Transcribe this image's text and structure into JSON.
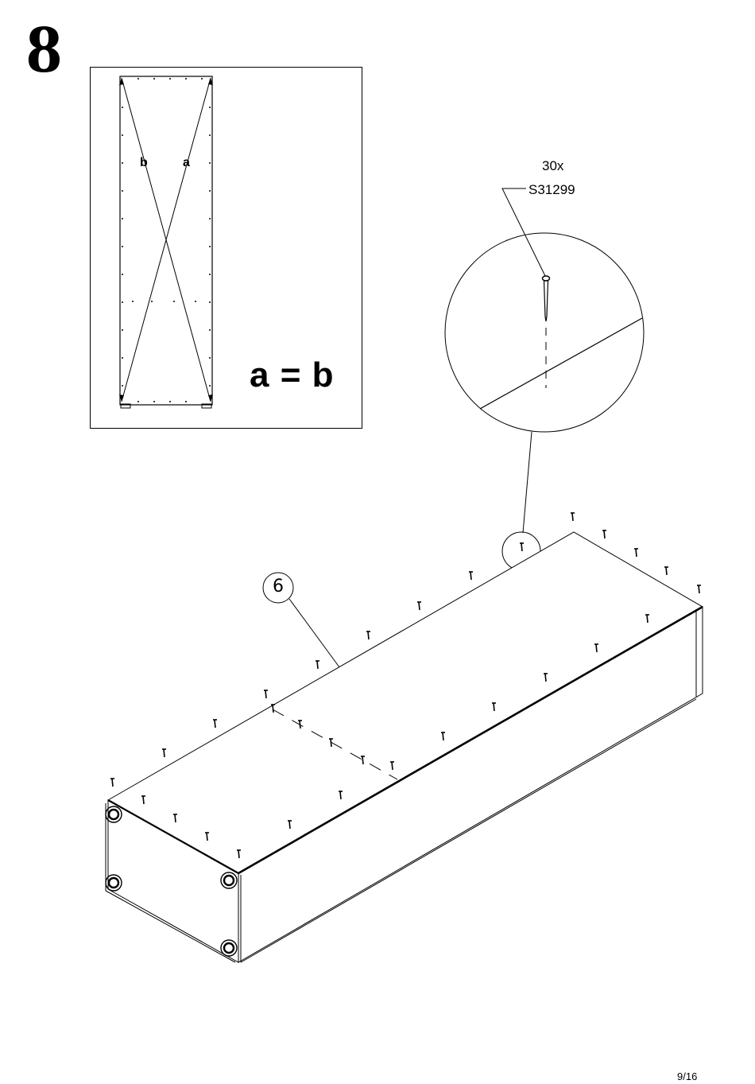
{
  "step": {
    "number": "8"
  },
  "inset": {
    "label_b": "b",
    "label_a": "a",
    "equation": "a = b"
  },
  "hardware": {
    "quantity": "30x",
    "code": "S31299",
    "icon": "nail-icon"
  },
  "callout": {
    "part_number": "6"
  },
  "footer": {
    "page": "9/16"
  }
}
